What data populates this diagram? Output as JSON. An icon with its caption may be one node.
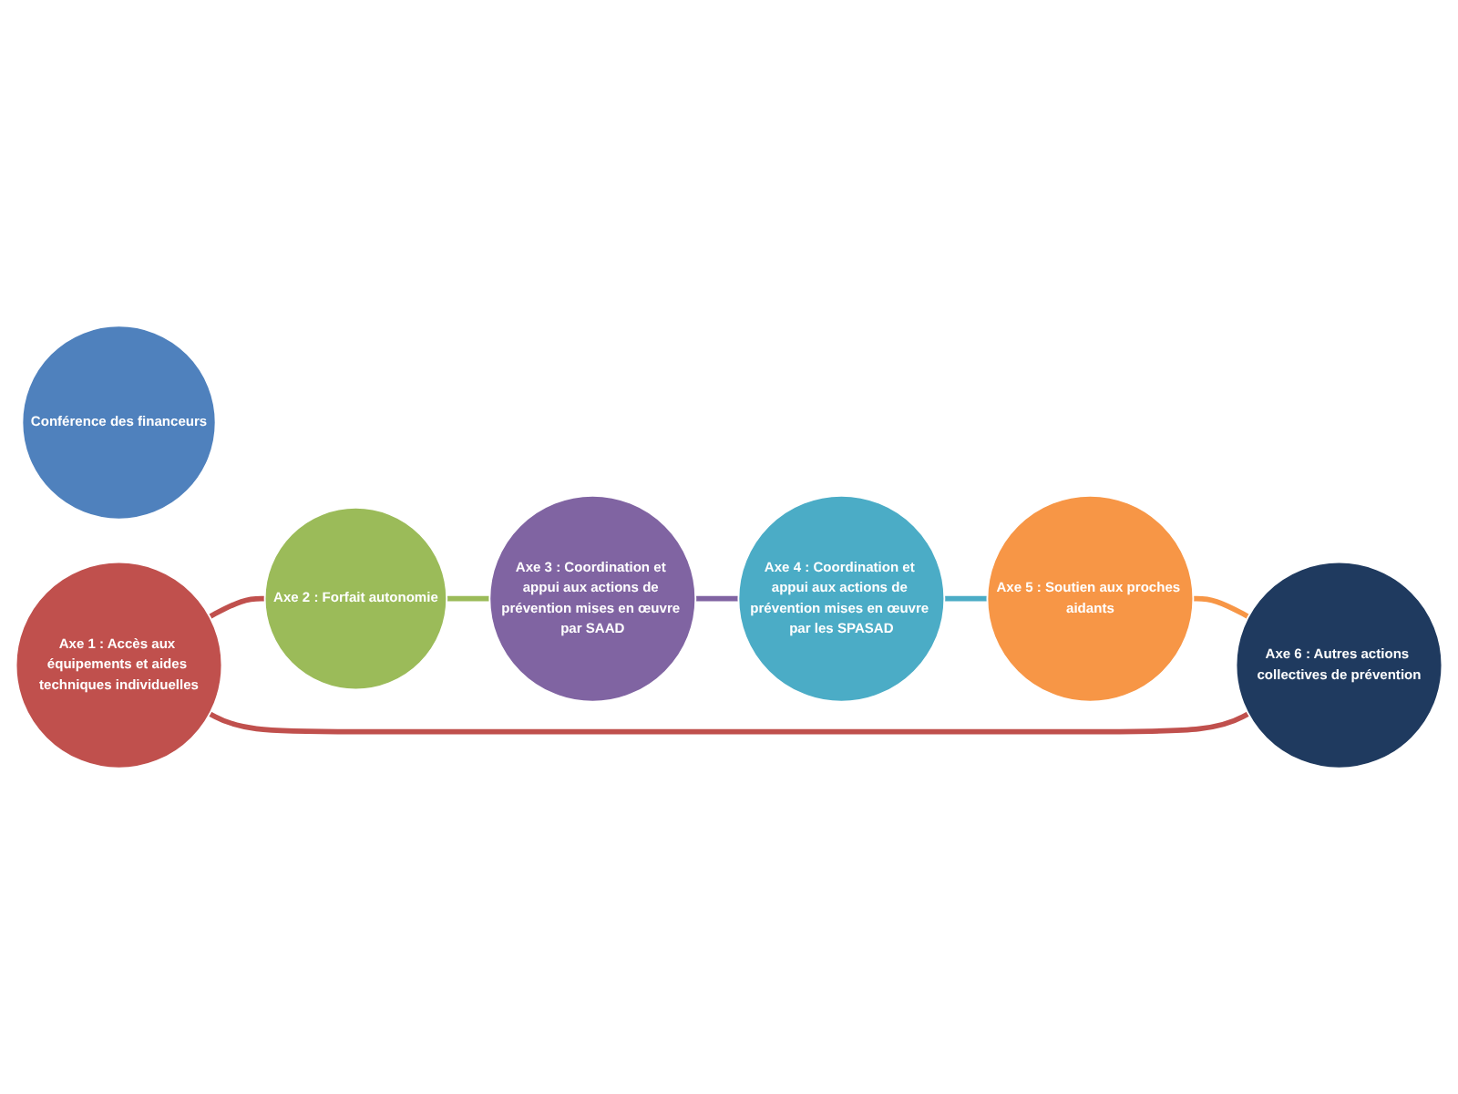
{
  "diagram": {
    "nodes": [
      {
        "text": [
          "Conférence des financeurs"
        ]
      },
      {
        "text": [
          "Axe 1 : Accès aux équipements et aides techniques individuelles"
        ]
      },
      {
        "text": [
          "Axe 2 : Forfait autonomie"
        ]
      },
      {
        "text": [
          "Axe 3 : Coordination et appui aux actions de prévention mises en œuvre par SAAD"
        ]
      },
      {
        "text": [
          "Axe 4 : Coordination et appui aux actions de prévention mises en œuvre par les SPASAD"
        ]
      },
      {
        "text": [
          "Axe 5 : Soutien aux proches aidants"
        ]
      },
      {
        "text": [
          "Axe 6 : Autres actions collectives de prévention"
        ]
      }
    ],
    "edges": [
      {
        "from": 1,
        "to": 2,
        "arrow": "none",
        "color": "#c0504d"
      },
      {
        "from": 2,
        "to": 3,
        "arrow": "none",
        "color": "#9bbb59"
      },
      {
        "from": 3,
        "to": 4,
        "arrow": "none",
        "color": "#8064a2"
      },
      {
        "from": 4,
        "to": 5,
        "arrow": "none",
        "color": "#4bacc6"
      },
      {
        "from": 5,
        "to": 6,
        "arrow": "none",
        "color": "#f79646"
      },
      {
        "from": 6,
        "to": 1,
        "arrow": "none",
        "color": "#c0504d"
      }
    ]
  }
}
